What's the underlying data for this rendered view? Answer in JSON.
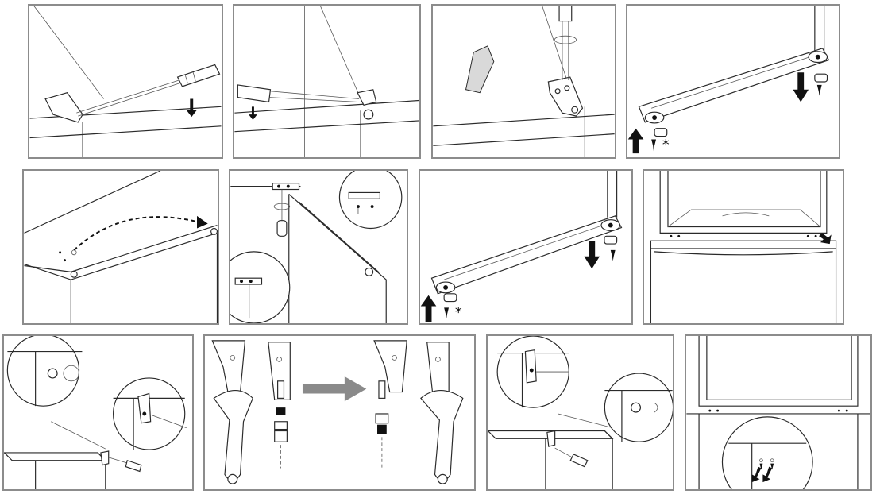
{
  "figure": {
    "panels": [
      {
        "id": "step-1",
        "marks": [
          "down-arrow-icon",
          "screwdriver-icon",
          "hinge-cover-icon"
        ]
      },
      {
        "id": "step-2",
        "marks": [
          "down-arrow-icon",
          "screwdriver-icon"
        ]
      },
      {
        "id": "step-3",
        "marks": [
          "screwdriver-icon",
          "hinge-cover-icon",
          "top-hinge-icon"
        ]
      },
      {
        "id": "step-4",
        "marks": [
          "up-arrow-icon",
          "down-arrow-icon",
          "hinge-pin-icon",
          "screw-icon"
        ]
      },
      {
        "id": "step-5",
        "marks": [
          "dashed-curved-arrow-icon"
        ]
      },
      {
        "id": "step-6",
        "marks": [
          "screwdriver-icon",
          "top-hinge-icon",
          "screw-icon"
        ]
      },
      {
        "id": "step-7",
        "marks": [
          "up-arrow-icon",
          "down-arrow-icon",
          "hinge-pin-icon",
          "screw-icon"
        ]
      },
      {
        "id": "step-8",
        "marks": [
          "down-arrow-icon"
        ]
      },
      {
        "id": "step-9",
        "marks": [
          "screwdriver-icon",
          "hinge-bracket-icon"
        ]
      },
      {
        "id": "step-10",
        "marks": [
          "wrench-icon",
          "right-arrow-icon",
          "hinge-pin-icon"
        ]
      },
      {
        "id": "step-11",
        "marks": [
          "screwdriver-icon",
          "hinge-bracket-icon"
        ]
      },
      {
        "id": "step-12",
        "marks": [
          "down-arrow-icon",
          "screw-icon"
        ]
      }
    ],
    "symbols": {
      "asterisk": "*"
    },
    "colors": {
      "line": "#2a2a2a",
      "frame": "#8c8c8c",
      "arrow_fill": "#111111",
      "wide_arrow_fill": "#8a8a8a"
    }
  }
}
